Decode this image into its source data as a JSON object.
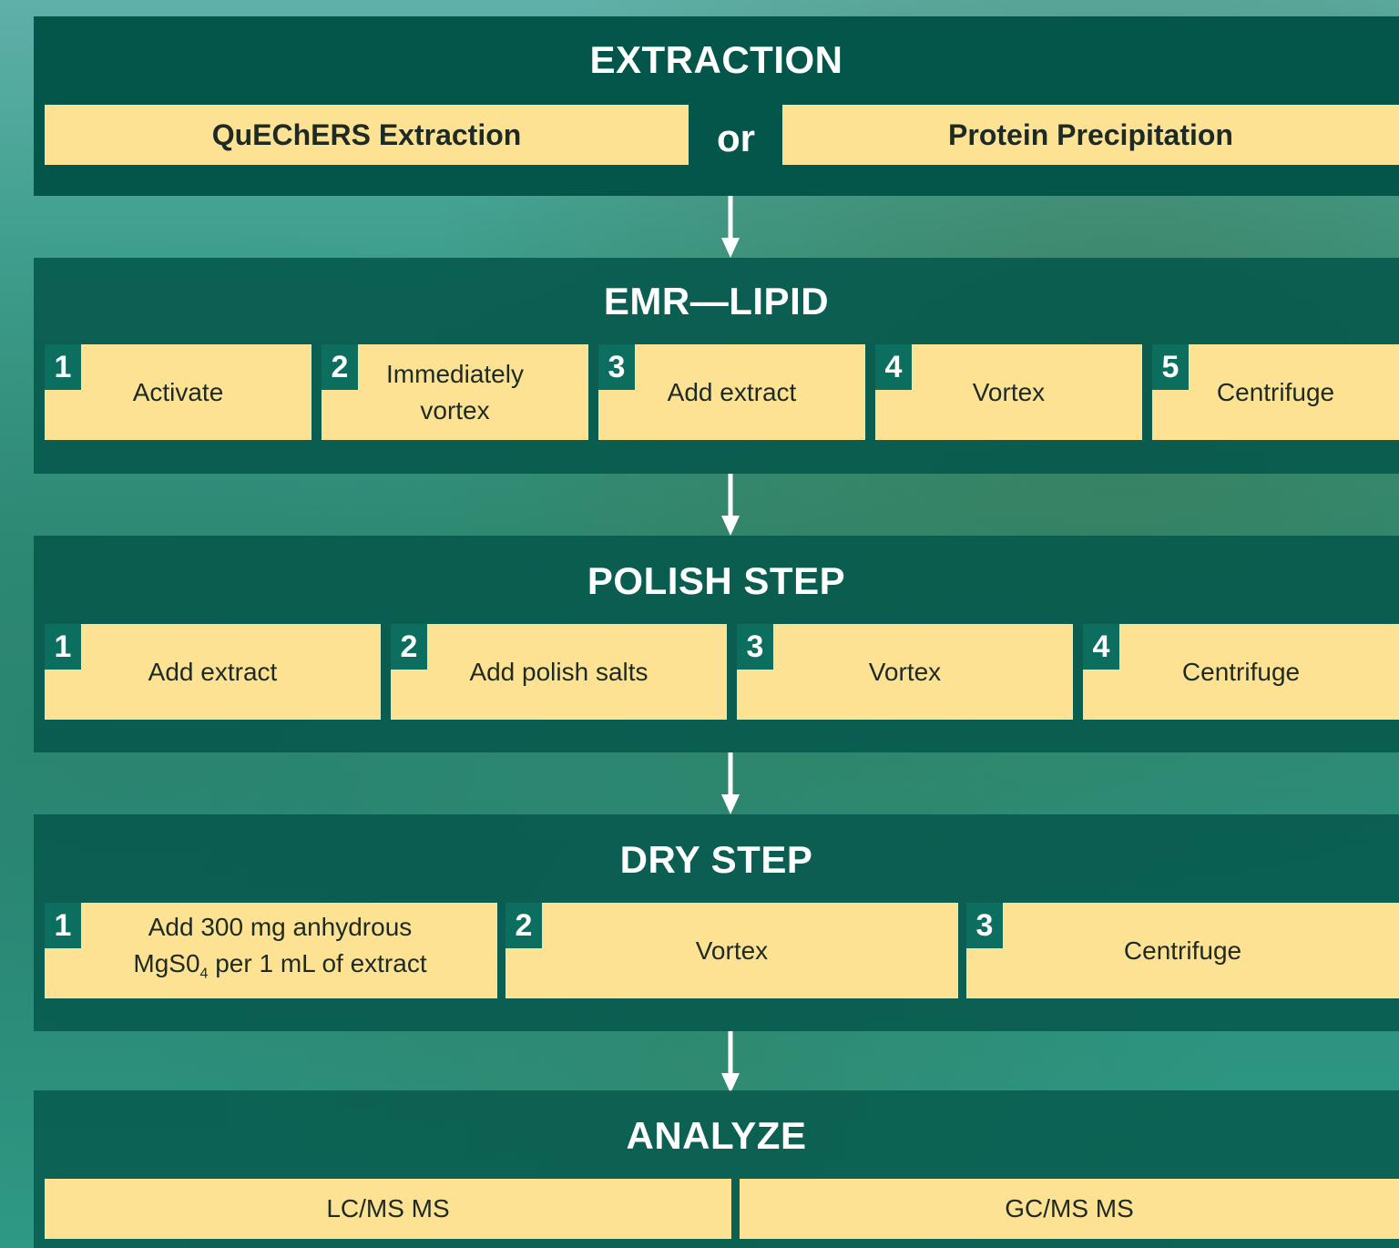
{
  "extraction": {
    "title": "EXTRACTION",
    "left_option": "QuEChERS Extraction",
    "or_label": "or",
    "right_option": "Protein Precipitation"
  },
  "emr_lipid": {
    "title": "EMR—LIPID",
    "steps": [
      {
        "num": "1",
        "label": "Activate"
      },
      {
        "num": "2",
        "label": "Immediately vortex"
      },
      {
        "num": "3",
        "label": "Add extract"
      },
      {
        "num": "4",
        "label": "Vortex"
      },
      {
        "num": "5",
        "label": "Centrifuge"
      }
    ]
  },
  "polish_step": {
    "title": "POLISH STEP",
    "steps": [
      {
        "num": "1",
        "label": "Add extract"
      },
      {
        "num": "2",
        "label": "Add polish salts"
      },
      {
        "num": "3",
        "label": "Vortex"
      },
      {
        "num": "4",
        "label": "Centrifuge"
      }
    ]
  },
  "dry_step": {
    "title": "DRY STEP",
    "steps": [
      {
        "num": "1",
        "label_line1": "Add 300 mg anhydrous",
        "label_line2_a": "MgS0",
        "label_line2_sub": "4",
        "label_line2_b": " per 1 mL of extract"
      },
      {
        "num": "2",
        "label": "Vortex"
      },
      {
        "num": "3",
        "label": "Centrifuge"
      }
    ]
  },
  "analyze": {
    "title": "ANALYZE",
    "options": [
      "LC/MS MS",
      "GC/MS MS"
    ]
  },
  "colors": {
    "panel_dark": "#04564a",
    "box_fill": "#fee293",
    "badge_fill": "#0b6e5f"
  }
}
